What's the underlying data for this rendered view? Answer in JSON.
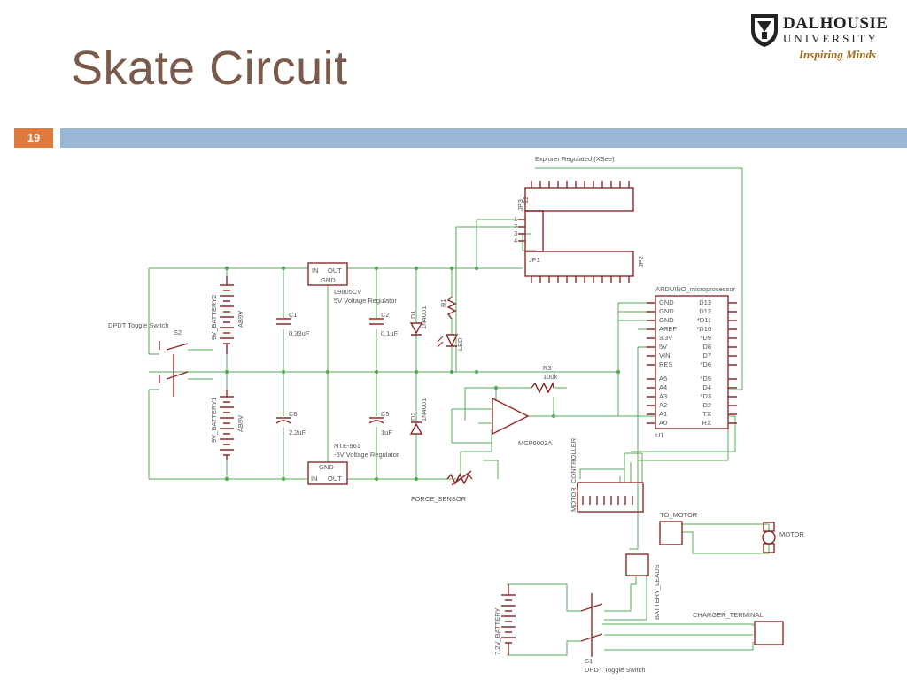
{
  "slide": {
    "title": "Skate Circuit",
    "number": "19",
    "logo": {
      "name": "DALHOUSIE",
      "sub": "UNIVERSITY",
      "tagline": "Inspiring Minds"
    }
  },
  "colors": {
    "wire": "#55aa55",
    "part": "#8b2a2a",
    "title": "#7a5a4a",
    "bar": "#98b7d6",
    "badge": "#e07a3a"
  },
  "schematic": {
    "xbee": "Explorer Regulated (XBee)",
    "jp3": "JP3",
    "jp1": "JP1",
    "jp2": "JP2",
    "arduino": "ARDUINO_microprocessor",
    "u1": "U1",
    "arduino_left_pins": [
      "GND",
      "GND",
      "GND",
      "AREF",
      "3.3V",
      "5V",
      "VIN",
      "RES",
      "A5",
      "A4",
      "A3",
      "A2",
      "A1",
      "A0"
    ],
    "arduino_right_pins": [
      "D13",
      "D12",
      "*D11",
      "*D10",
      "*D9",
      "D8",
      "D7",
      "*D6",
      "*D5",
      "D4",
      "*D3",
      "D2",
      "TX",
      "RX"
    ],
    "reg1": "L9805CV",
    "reg1_desc": "5V Voltage Regulator",
    "reg2": "NTE-961",
    "reg2_desc": "-5V Voltage Regulator",
    "reg_in": "IN",
    "reg_out": "OUT",
    "reg_gnd": "GND",
    "c1": "C1",
    "c1_val": "0.33uF",
    "c2": "C2",
    "c2_val": "0.1uF",
    "c5": "C5",
    "c5_val": "1uF",
    "c6": "C6",
    "c6_val": "2.2uF",
    "d1": "D1",
    "d1_val": "1N4001",
    "d2": "D2",
    "d2_val": "1N4001",
    "r1": "R1",
    "led": "LED",
    "r3": "R3",
    "r3_val": "100k",
    "opamp": "MCP6002A",
    "bat2": "9V_BATTERY2",
    "bat1": "9V_BATTERY1",
    "bat_type": "AB9V",
    "s2_label": "DPDT Toggle Switch",
    "s2": "S2",
    "force": "FORCE_SENSOR",
    "motor_ctrl": "MOTOR_CONTROLLER",
    "to_motor": "TO_MOTOR",
    "motor": "MOTOR",
    "batt_leads": "BATTERY_LEADS",
    "charger": "CHARGER_TERMINAL",
    "bat72": "7.2V_BATTERY",
    "s1": "S1",
    "s1_label": "DPDT Toggle Switch"
  }
}
